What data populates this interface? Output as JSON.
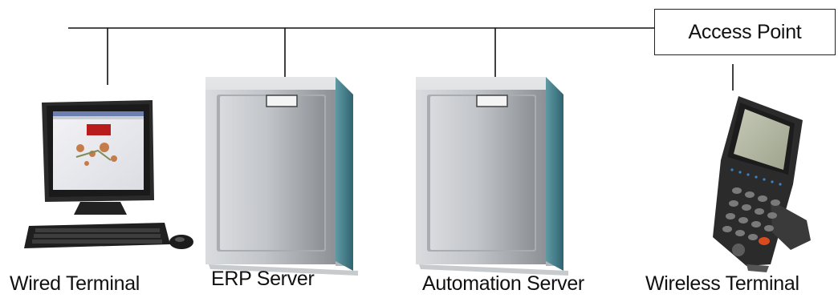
{
  "diagram": {
    "access_point": {
      "label": "Access Point"
    },
    "nodes": [
      {
        "id": "wired-terminal",
        "label": "Wired Terminal",
        "icon": "desktop-computer-icon"
      },
      {
        "id": "erp-server",
        "label": "ERP Server",
        "icon": "server-tower-icon"
      },
      {
        "id": "automation-server",
        "label": "Automation Server",
        "icon": "server-tower-icon"
      },
      {
        "id": "wireless-terminal",
        "label": "Wireless Terminal",
        "icon": "handheld-scanner-icon"
      }
    ],
    "colors": {
      "line": "#111111",
      "server_body": "#b8bcc2",
      "server_side": "#3f7f8c",
      "device_body": "#2b2b2b",
      "screen": "#a9ad9a"
    }
  }
}
